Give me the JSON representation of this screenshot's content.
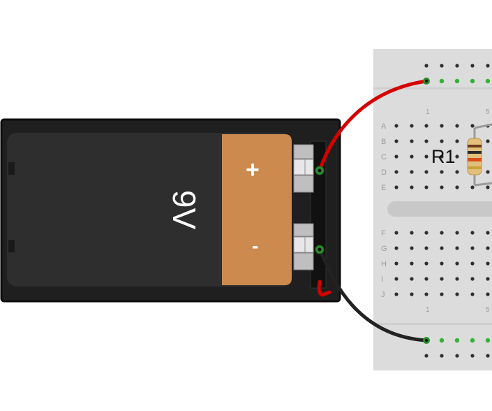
{
  "battery": {
    "voltage_label": "9V",
    "plus_symbol": "+",
    "minus_symbol": "-"
  },
  "breadboard": {
    "row_labels_top": [
      "A",
      "B",
      "C",
      "D",
      "E"
    ],
    "row_labels_bottom": [
      "F",
      "G",
      "H",
      "I",
      "J"
    ],
    "col_label_1": "1",
    "col_label_5": "5"
  },
  "component": {
    "resistor_label": "R1"
  },
  "colors": {
    "board": "#dcdcdc",
    "battery_body": "#2e2e2e",
    "label_orange": "#cc8a4f",
    "wire_positive": "#d40000",
    "wire_negative": "#222222",
    "hole_highlight": "#33b233"
  }
}
